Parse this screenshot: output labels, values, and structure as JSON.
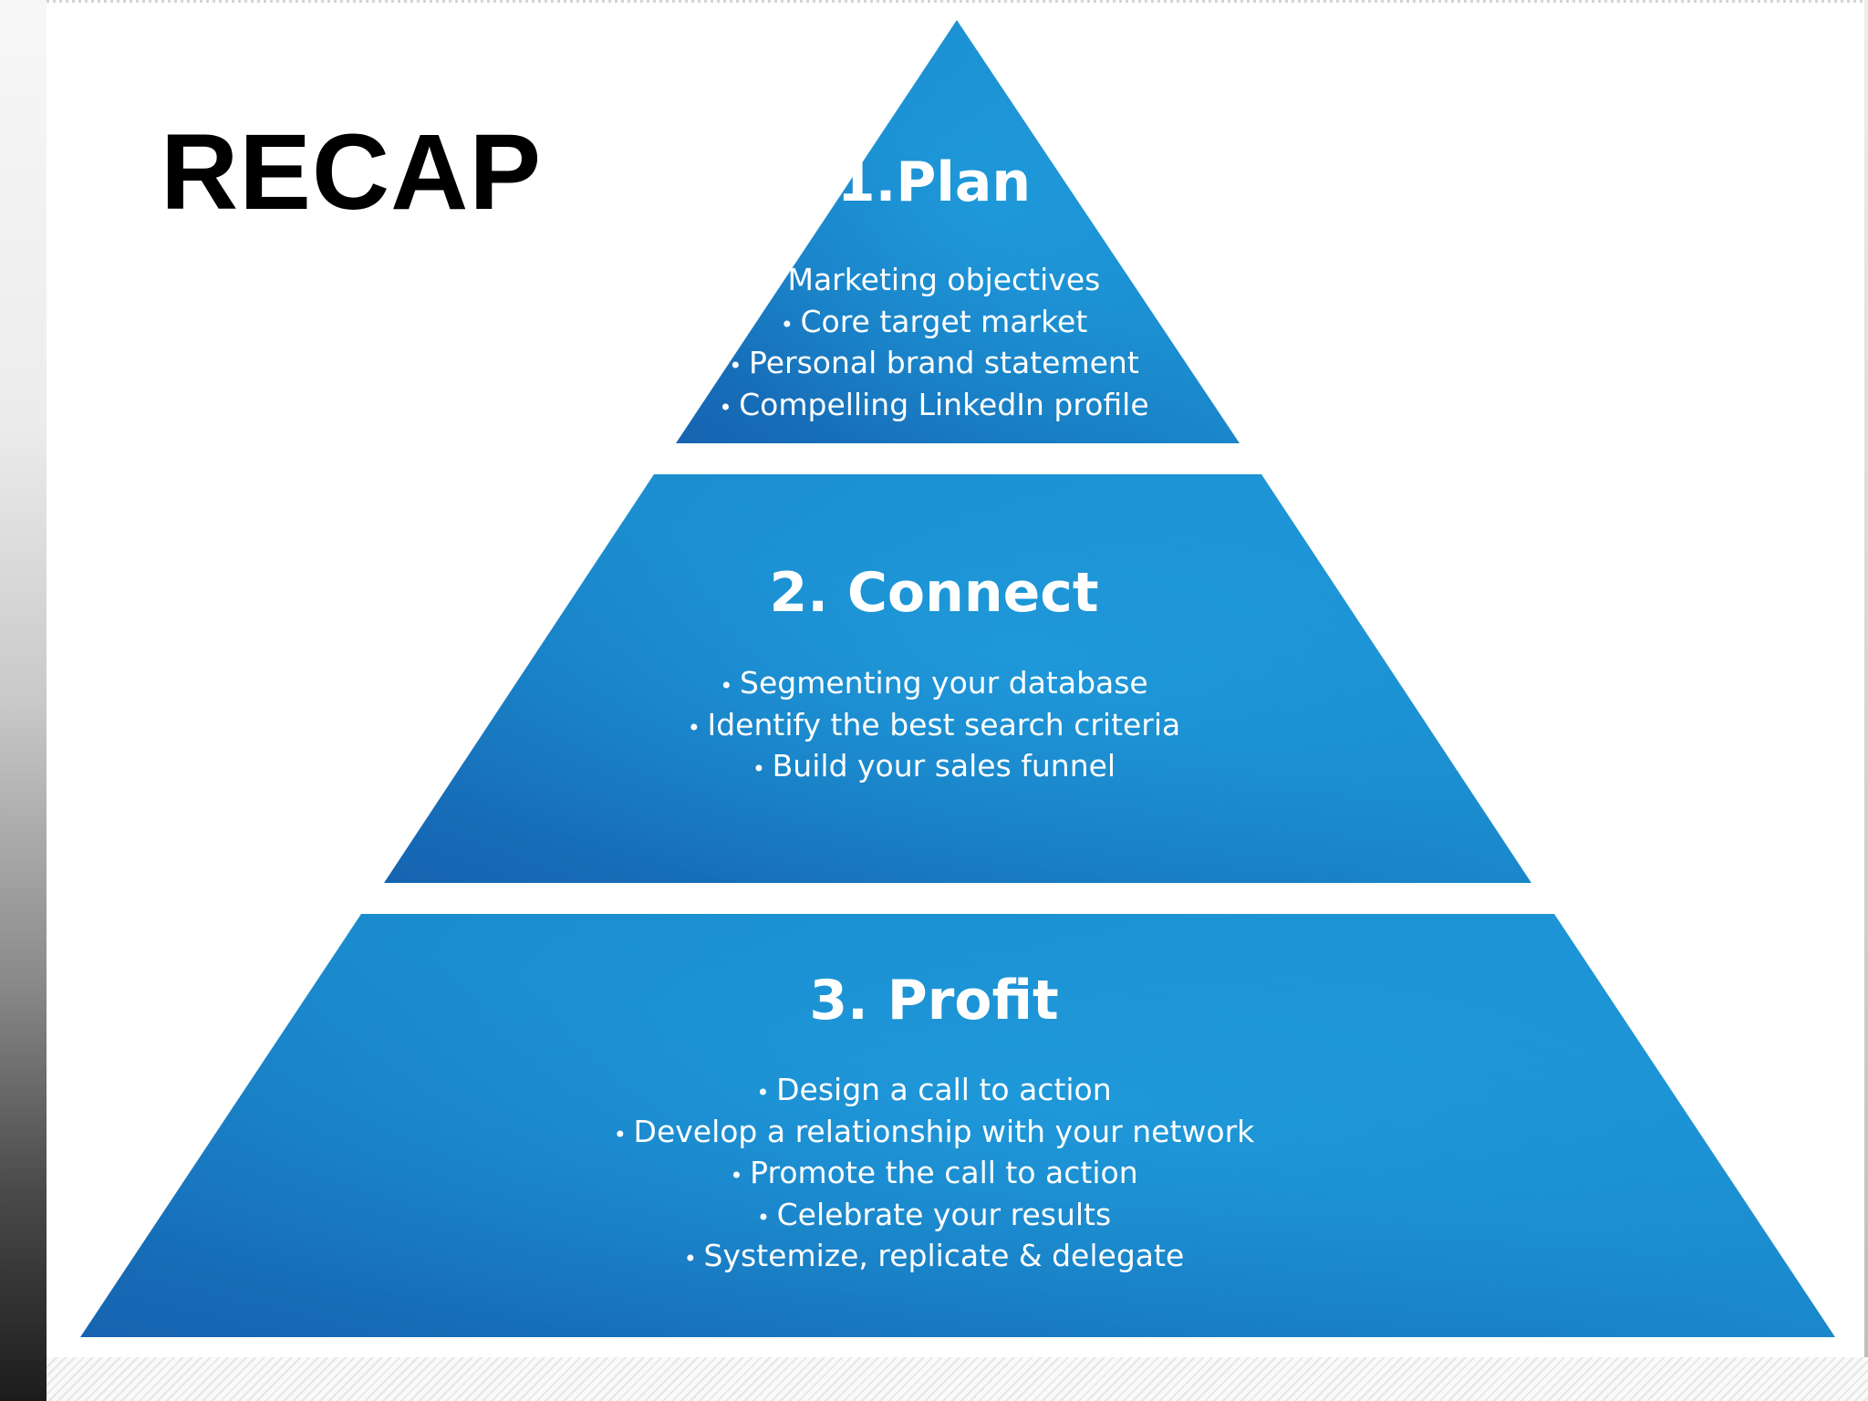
{
  "slide": {
    "title": "RECAP"
  },
  "pyramid": {
    "tiers": [
      {
        "title": "1.Plan",
        "bullets": [
          "Marketing objectives",
          "Core target market",
          "Personal brand statement",
          "Compelling LinkedIn profile"
        ]
      },
      {
        "title": "2. Connect",
        "bullets": [
          "Segmenting your database",
          "Identify the best search criteria",
          "Build your sales funnel"
        ]
      },
      {
        "title": "3. Profit",
        "bullets": [
          "Design a call to action",
          "Develop a relationship with your network",
          "Promote the call to action",
          "Celebrate your results",
          "Systemize, replicate & delegate"
        ]
      }
    ]
  },
  "colors": {
    "tier_fill_dark": "#1763b0",
    "tier_fill_light": "#1a8fd0",
    "text_on_tier": "#ffffff",
    "title_text": "#000000"
  }
}
